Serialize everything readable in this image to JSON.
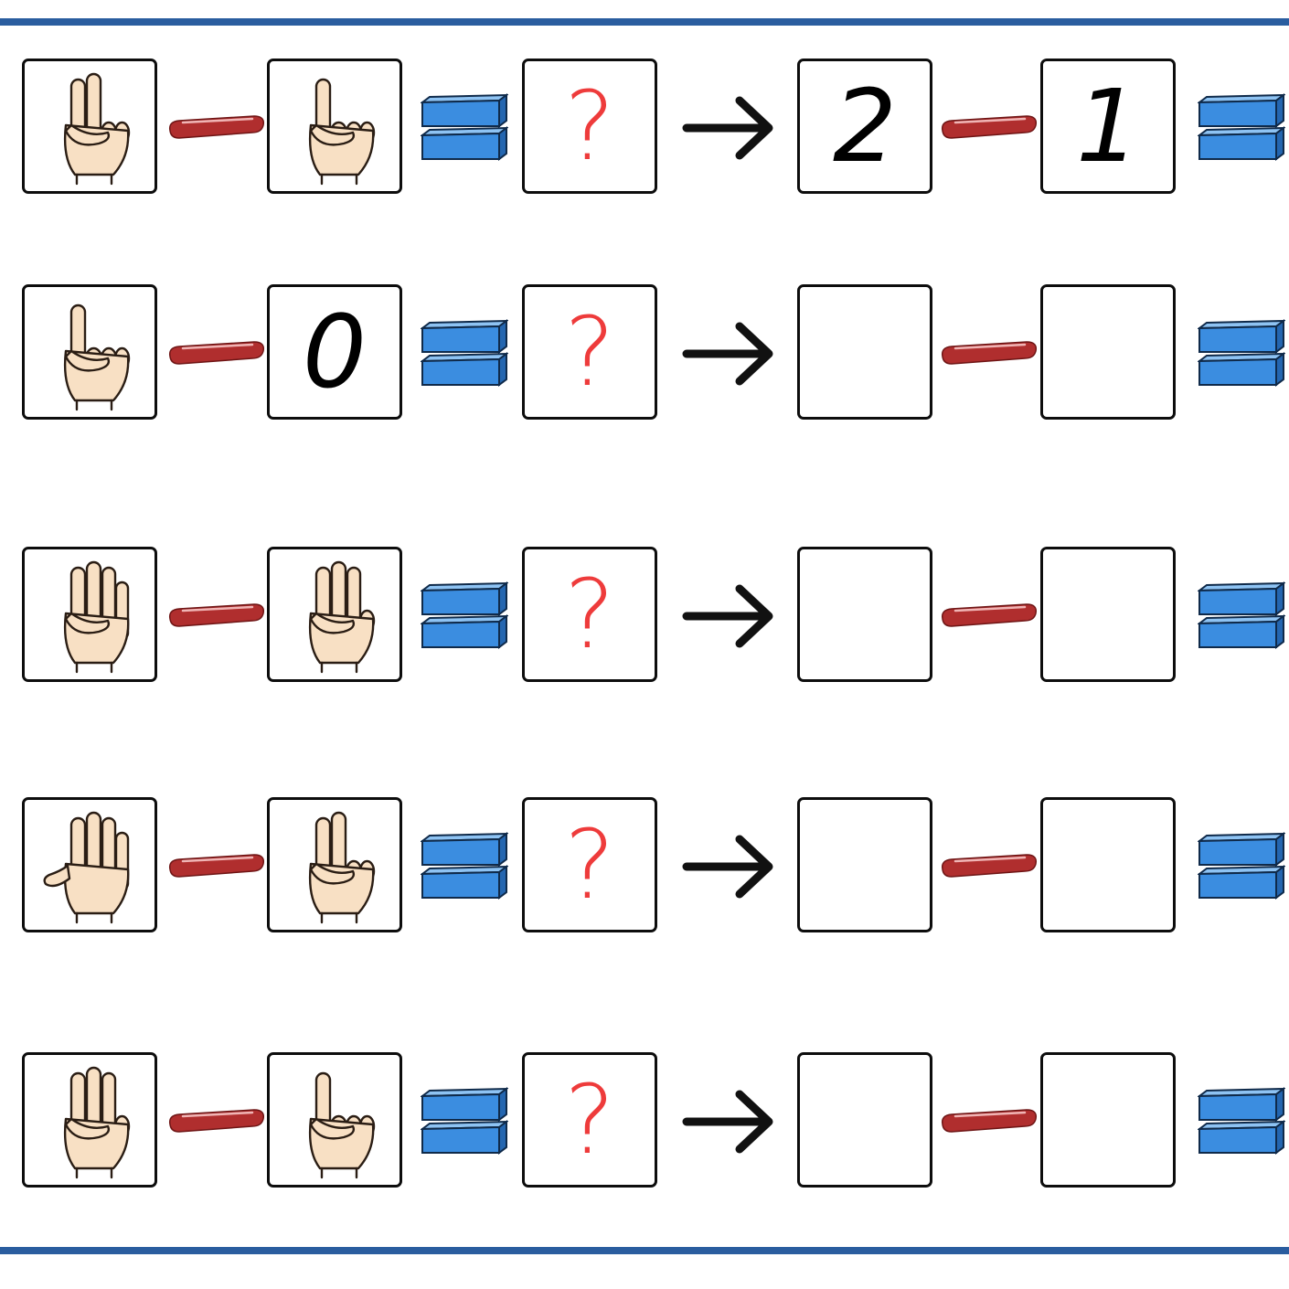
{
  "colors": {
    "rule": "#2a5d9f",
    "minus": "#b02e2e",
    "equals": "#3b8de0",
    "question": "#ee3b3b",
    "arrow": "#111111",
    "skin": "#f8e0c4"
  },
  "icons": {
    "minus": "red-minus-bar-icon",
    "equals": "blue-equals-blocks-icon",
    "arrow": "right-arrow-icon"
  },
  "rows": [
    {
      "left_fingers": 2,
      "right_type": "hand",
      "right_fingers": 1,
      "question": "?",
      "answer_left": "2",
      "answer_right": "1"
    },
    {
      "left_fingers": 1,
      "right_type": "digit",
      "right_digit": "0",
      "question": "?",
      "answer_left": "",
      "answer_right": ""
    },
    {
      "left_fingers": 4,
      "right_type": "hand",
      "right_fingers": 3,
      "question": "?",
      "answer_left": "",
      "answer_right": ""
    },
    {
      "left_fingers": 5,
      "right_type": "hand",
      "right_fingers": 2,
      "question": "?",
      "answer_left": "",
      "answer_right": ""
    },
    {
      "left_fingers": 3,
      "right_type": "hand",
      "right_fingers": 1,
      "question": "?",
      "answer_left": "",
      "answer_right": ""
    }
  ]
}
